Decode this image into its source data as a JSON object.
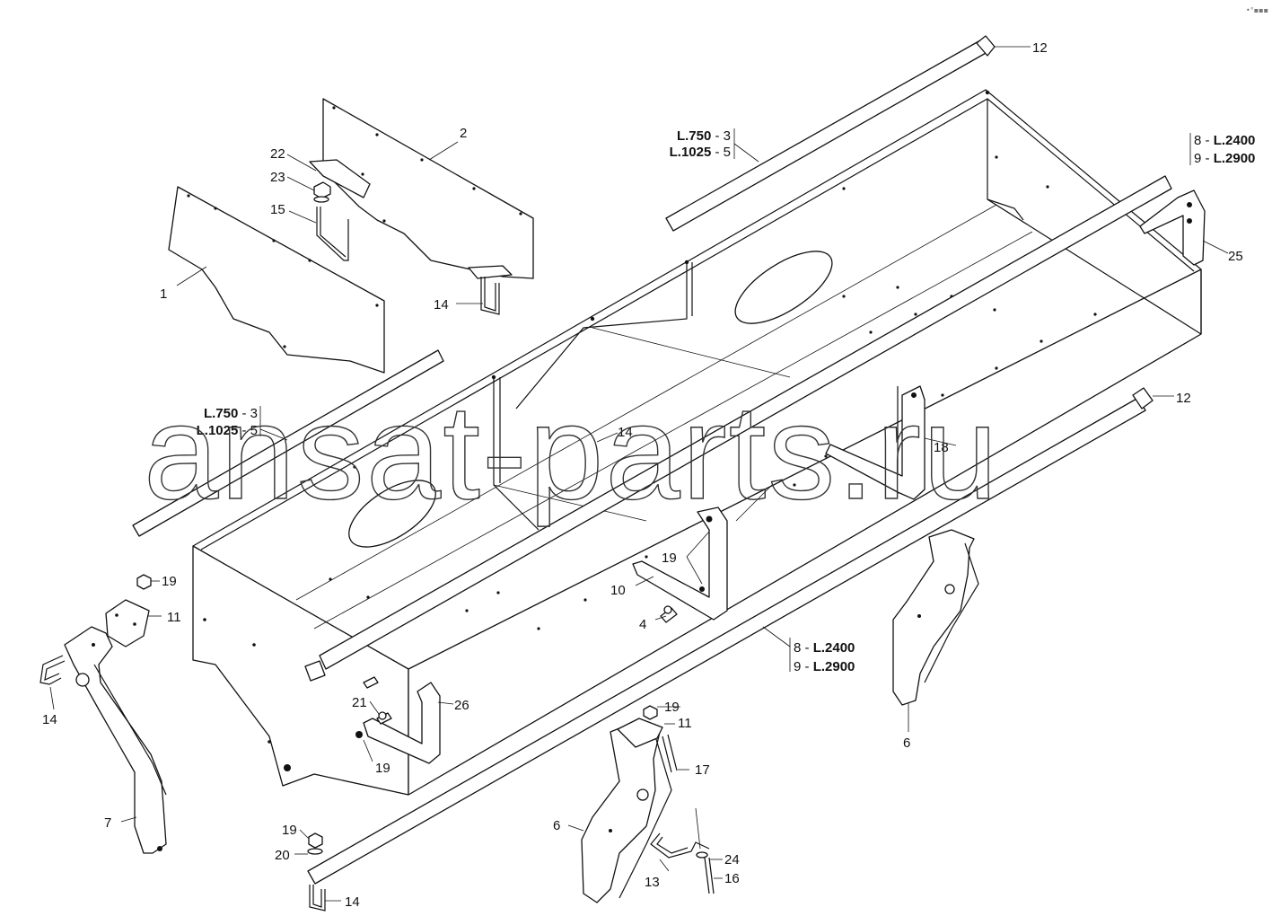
{
  "watermark": "ansat-parts.ru",
  "corner_mark": "•°▪▪▪",
  "callouts": {
    "c1": "1",
    "c2": "2",
    "c22": "22",
    "c23": "23",
    "c15": "15",
    "c14_top": "14",
    "c12_top": "12",
    "c25": "25",
    "c18": "18",
    "c14_mid": "14",
    "c12_right": "12",
    "c19_a": "19",
    "c10": "10",
    "c4": "4",
    "c19_left": "19",
    "c11_left": "11",
    "c14_left": "14",
    "c7": "7",
    "c21": "21",
    "c26": "26",
    "c19_b": "19",
    "c19_c": "19",
    "c11_c": "11",
    "c17": "17",
    "c6_right": "6",
    "c6_mid": "6",
    "c13": "13",
    "c24": "24",
    "c16": "16",
    "c19_d": "19",
    "c20": "20",
    "c14_bottom": "14"
  },
  "variants": {
    "top_pair": {
      "row1": {
        "len": "L.750",
        "sep": " - ",
        "num": "3"
      },
      "row2": {
        "len": "L.1025",
        "sep": " - ",
        "num": "5"
      }
    },
    "left_pair": {
      "row1": {
        "len": "L.750",
        "sep": " - ",
        "num": "3"
      },
      "row2": {
        "len": "L.1025",
        "sep": " - ",
        "num": "5"
      }
    },
    "right_pair": {
      "row1": {
        "num": "8",
        "sep": " - ",
        "len": "L.2400"
      },
      "row2": {
        "num": "9",
        "sep": " - ",
        "len": "L.2900"
      }
    },
    "mid_pair": {
      "row1": {
        "num": "8",
        "sep": " - ",
        "len": "L.2400"
      },
      "row2": {
        "num": "9",
        "sep": " - ",
        "len": "L.2900"
      }
    }
  }
}
